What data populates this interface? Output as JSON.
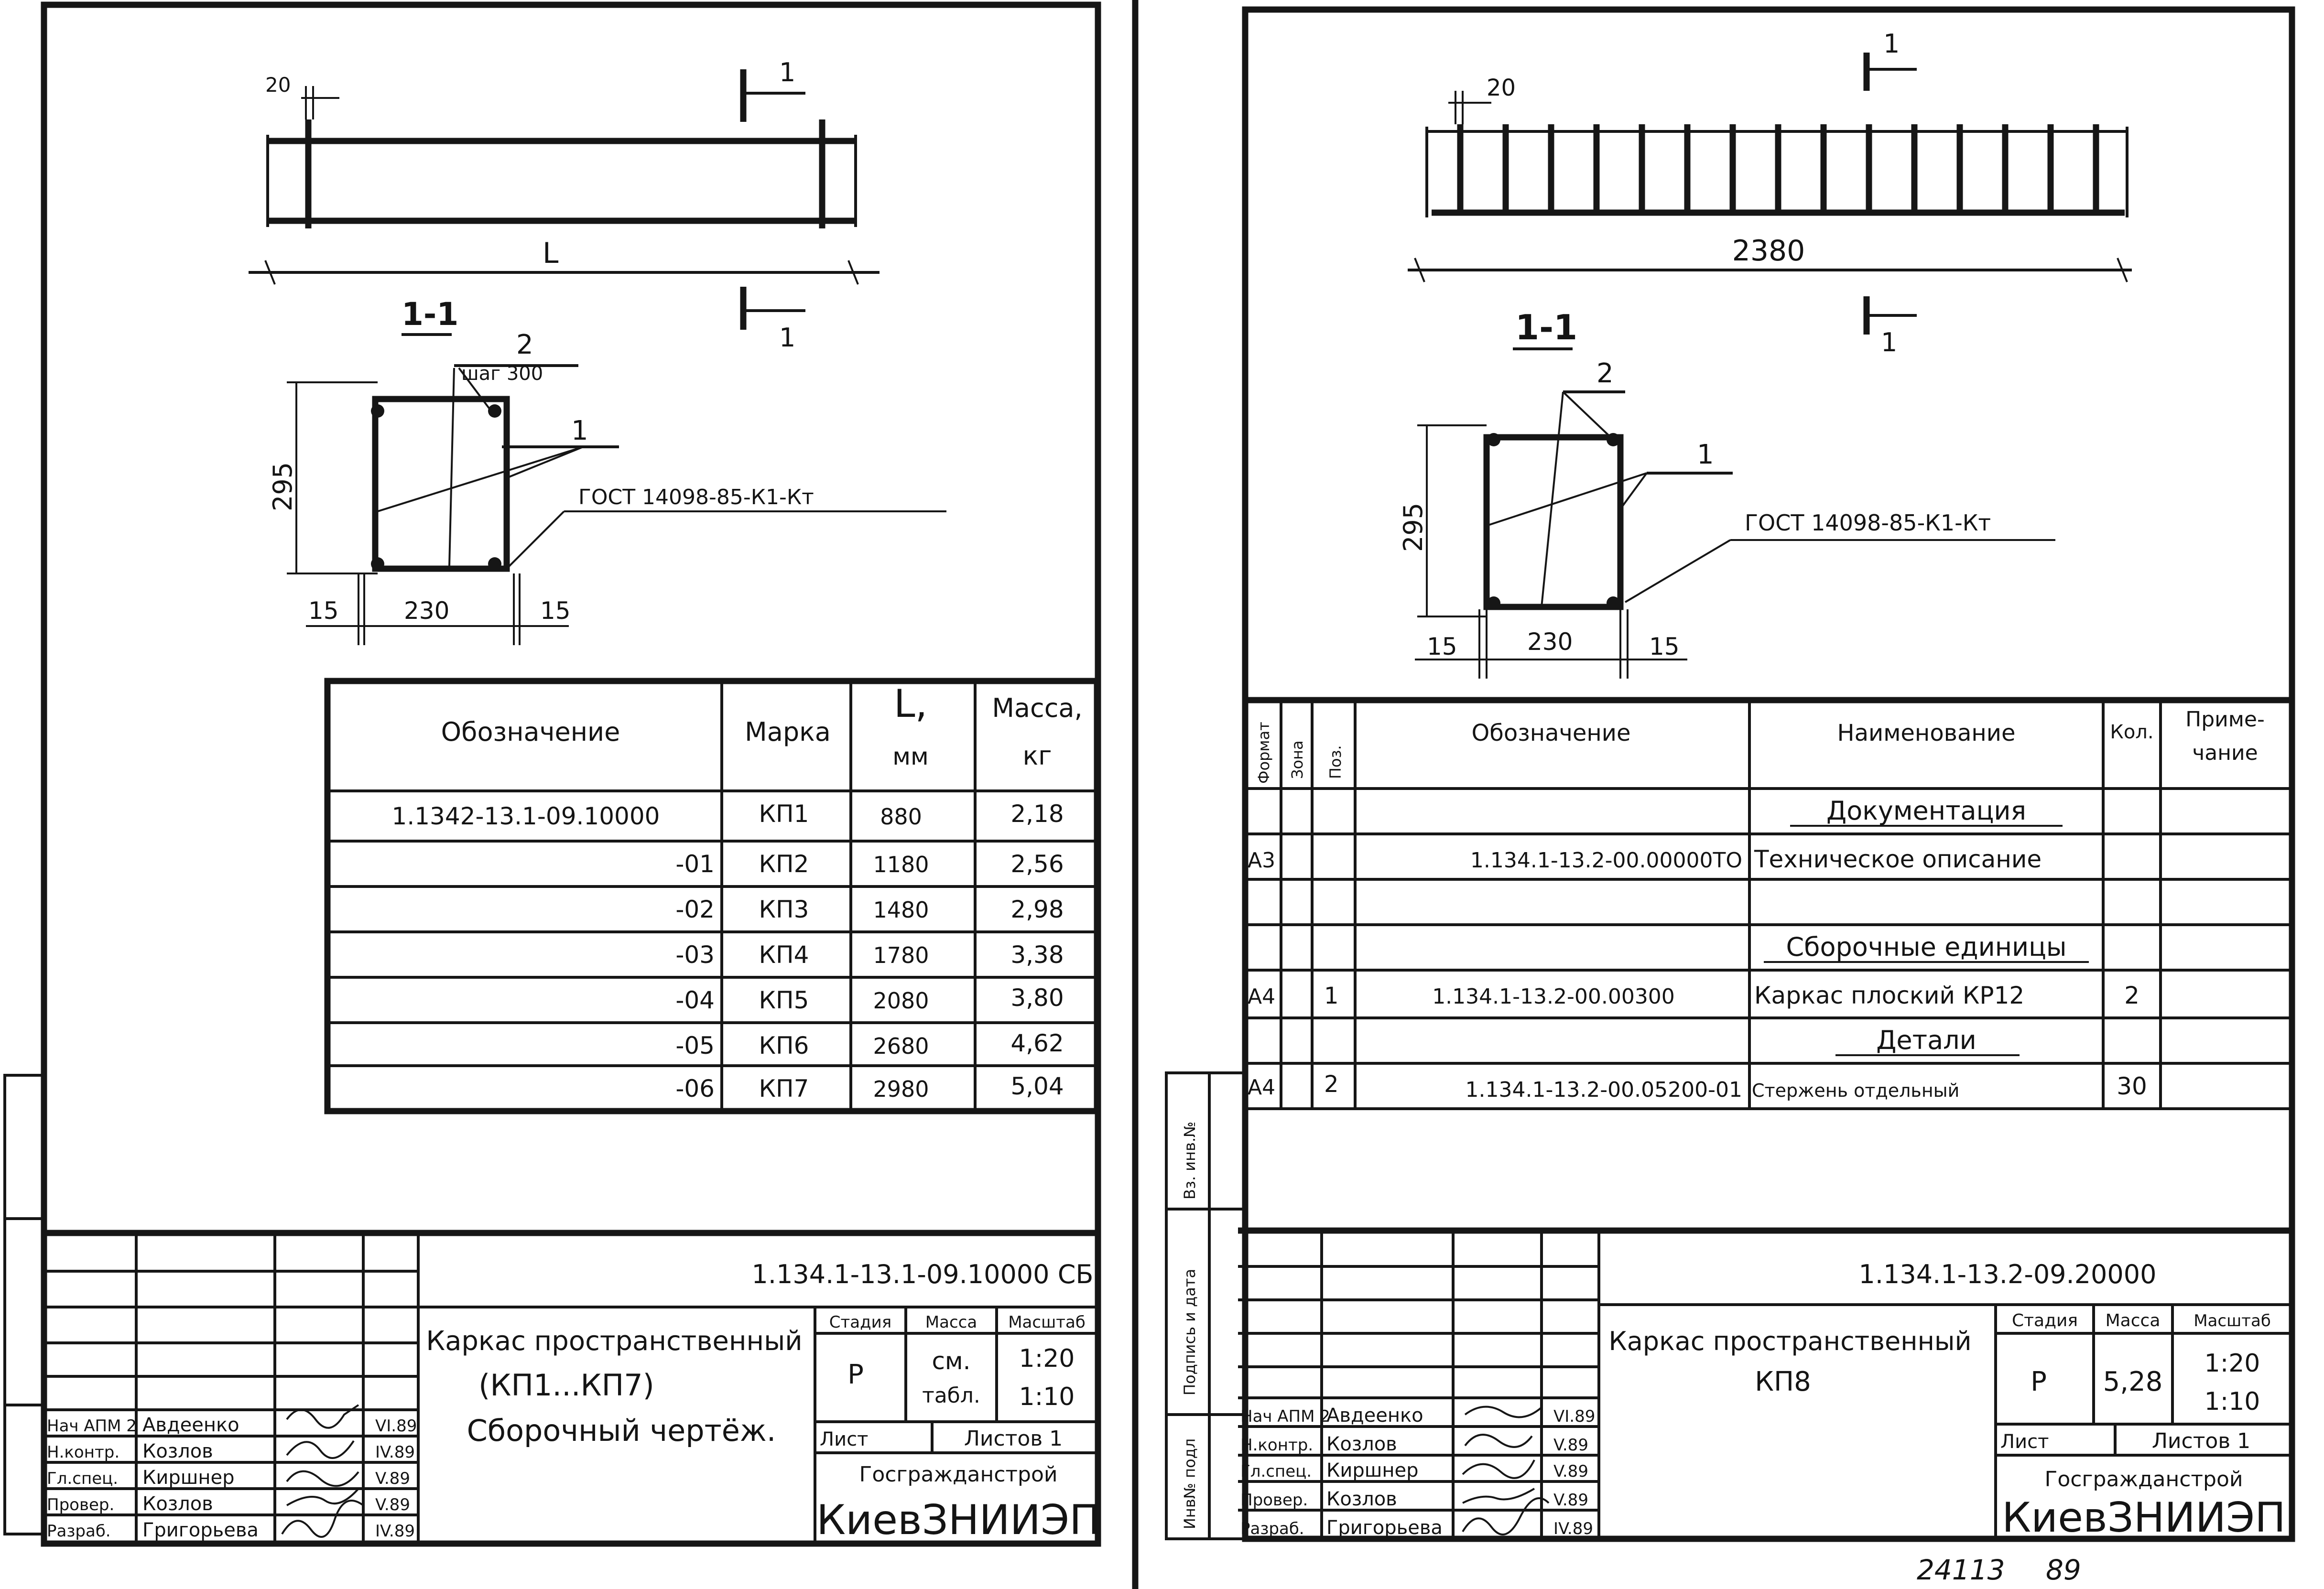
{
  "left": {
    "plan": {
      "dim_cover": "20",
      "dim_length": "L"
    },
    "section": {
      "title": "1-1",
      "mark": "1",
      "pos1": "1",
      "pos2": "2",
      "step": "шаг 300",
      "height": "295",
      "width": "230",
      "side_l": "15",
      "side_r": "15",
      "gost": "ГОСТ 14098-85-К1-Кт"
    },
    "spec": {
      "headers": {
        "designation": "Обозначение",
        "mark": "Марка",
        "length": "L,",
        "length_unit": "мм",
        "mass": "Масса,",
        "mass_unit": "кг"
      },
      "rows": [
        {
          "designation": "1.1342-13.1-09.10000",
          "mark": "КП1",
          "length": "880",
          "mass": "2,18"
        },
        {
          "designation": "-01",
          "mark": "КП2",
          "length": "1180",
          "mass": "2,56"
        },
        {
          "designation": "-02",
          "mark": "КП3",
          "length": "1480",
          "mass": "2,98"
        },
        {
          "designation": "-03",
          "mark": "КП4",
          "length": "1780",
          "mass": "3,38"
        },
        {
          "designation": "-04",
          "mark": "КП5",
          "length": "2080",
          "mass": "3,80"
        },
        {
          "designation": "-05",
          "mark": "КП6",
          "length": "2680",
          "mass": "4,62"
        },
        {
          "designation": "-06",
          "mark": "КП7",
          "length": "2980",
          "mass": "5,04"
        }
      ]
    },
    "stamp": {
      "code": "1.134.1-13.1-09.10000 СБ",
      "title1": "Каркас пространственный",
      "title2": "(КП1...КП7)",
      "title3": "Сборочный чертёж.",
      "col_stage": "Стадия",
      "col_mass": "Масса",
      "col_scale": "Масштаб",
      "stage": "Р",
      "mass1": "см.",
      "mass2": "табл.",
      "scale1": "1:20",
      "scale2": "1:10",
      "sheet": "Лист",
      "sheets": "Листов 1",
      "org1": "Госгражданстрой",
      "org2": "КиевЗНИИЭП",
      "people": [
        {
          "role": "Нач АПМ 2",
          "name": "Авдеенко",
          "date": "VI.89"
        },
        {
          "role": "Н.контр.",
          "name": "Козлов",
          "date": "IV.89"
        },
        {
          "role": "Гл.спец.",
          "name": "Киршнер",
          "date": "V.89"
        },
        {
          "role": "Провер.",
          "name": "Козлов",
          "date": "V.89"
        },
        {
          "role": "Разраб.",
          "name": "Григорьева",
          "date": "IV.89"
        }
      ]
    }
  },
  "right": {
    "plan": {
      "dim_cover": "20",
      "dim_length": "2380"
    },
    "section": {
      "title": "1-1",
      "mark": "1",
      "pos1": "1",
      "pos2": "2",
      "height": "295",
      "width": "230",
      "side_l": "15",
      "side_r": "15",
      "gost": "ГОСТ 14098-85-К1-Кт"
    },
    "spec": {
      "headers": {
        "format": "Формат",
        "zone": "Зона",
        "pos": "Поз.",
        "designation": "Обозначение",
        "name": "Наименование",
        "qty": "Кол.",
        "note1": "Приме-",
        "note2": "чание"
      },
      "rows": [
        {
          "format": "",
          "pos": "",
          "designation": "",
          "name": "Документация",
          "qty": "",
          "section": true
        },
        {
          "format": "А3",
          "pos": "",
          "designation": "1.134.1-13.2-00.00000ТО",
          "name": "Техническое описание",
          "qty": ""
        },
        {
          "format": "",
          "pos": "",
          "designation": "",
          "name": "",
          "qty": ""
        },
        {
          "format": "",
          "pos": "",
          "designation": "",
          "name": "Сборочные единицы",
          "qty": "",
          "section": true
        },
        {
          "format": "А4",
          "pos": "1",
          "designation": "1.134.1-13.2-00.00300",
          "name": "Каркас плоский КР12",
          "qty": "2"
        },
        {
          "format": "",
          "pos": "",
          "designation": "",
          "name": "Детали",
          "qty": "",
          "section": true
        },
        {
          "format": "А4",
          "pos": "2",
          "designation": "1.134.1-13.2-00.05200-01",
          "name": "Стержень отдельный",
          "qty": "30"
        }
      ]
    },
    "side_labels": {
      "inv_sub": "Вз. инв.№",
      "sign_date": "Подпись и дата",
      "inv_orig": "Инв№ подл"
    },
    "stamp": {
      "code": "1.134.1-13.2-09.20000",
      "title1": "Каркас пространственный",
      "title2": "КП8",
      "col_stage": "Стадия",
      "col_mass": "Масса",
      "col_scale": "Масштаб",
      "stage": "Р",
      "mass": "5,28",
      "scale1": "1:20",
      "scale2": "1:10",
      "sheet": "Лист",
      "sheets": "Листов 1",
      "org1": "Госгражданстрой",
      "org2": "КиевЗНИИЭП",
      "people": [
        {
          "role": "Нач АПМ 2",
          "name": "Авдеенко",
          "date": "VI.89"
        },
        {
          "role": "Н.контр.",
          "name": "Козлов",
          "date": "V.89"
        },
        {
          "role": "Гл.спец.",
          "name": "Киршнер",
          "date": "V.89"
        },
        {
          "role": "Провер.",
          "name": "Козлов",
          "date": "V.89"
        },
        {
          "role": "Разраб.",
          "name": "Григорьева",
          "date": "IV.89"
        }
      ]
    }
  },
  "footer": {
    "number": "24113",
    "page": "89"
  }
}
